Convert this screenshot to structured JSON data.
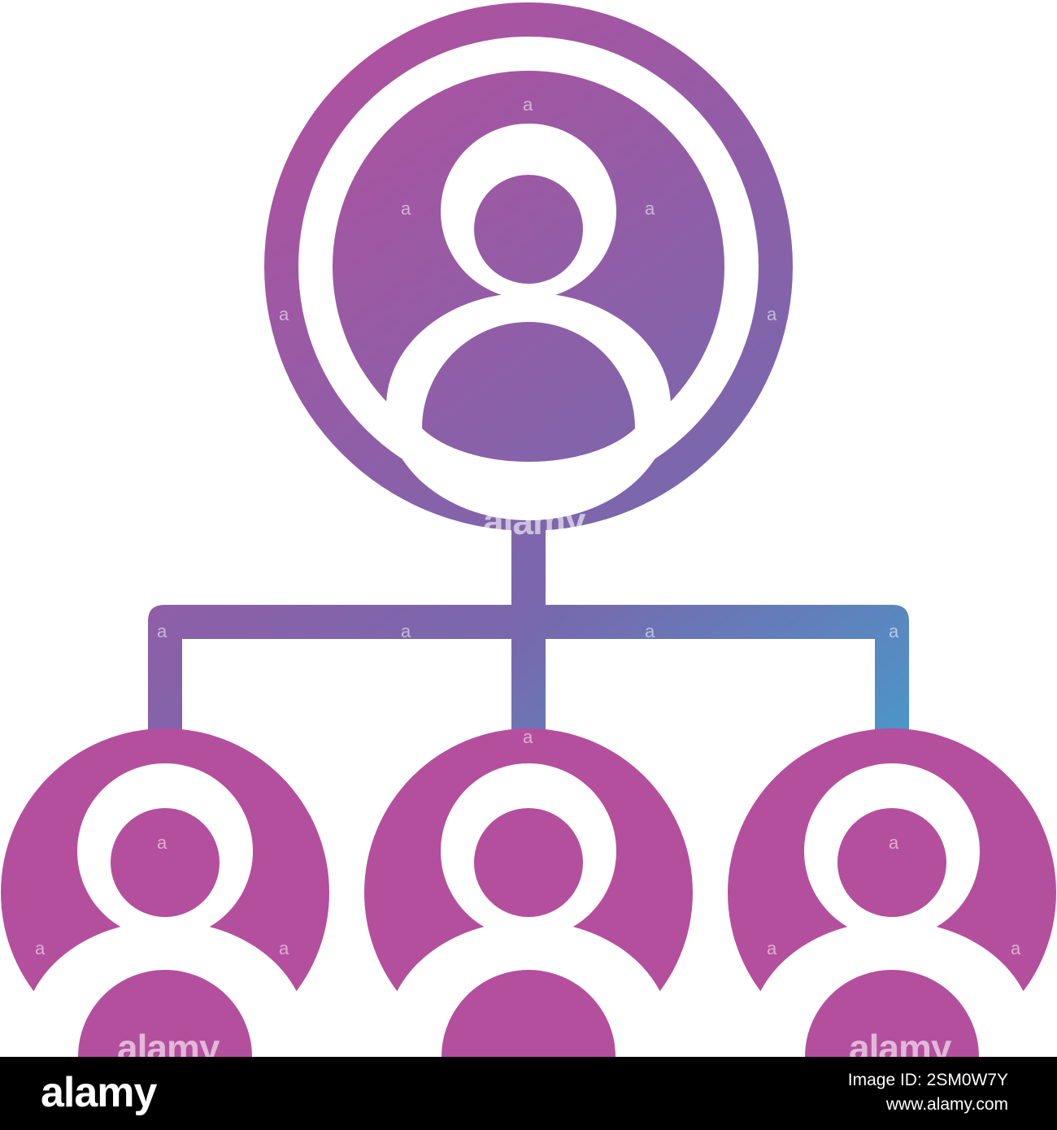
{
  "colors": {
    "gradient_start": "#b44f9e",
    "gradient_mid": "#7868ad",
    "gradient_end": "#1ec4e4",
    "background": "#ffffff",
    "footer_background": "#000000",
    "footer_text": "#ffffff"
  },
  "icon": {
    "name": "organization-hierarchy-icon",
    "top_node": "person-icon",
    "child_nodes": [
      "person-icon",
      "person-icon",
      "person-icon"
    ]
  },
  "watermark": {
    "letter": "a",
    "word": "alamy"
  },
  "footer": {
    "logo": "alamy",
    "image_id_line": "Image ID: 2SM0W7Y",
    "url": "www.alamy.com"
  }
}
